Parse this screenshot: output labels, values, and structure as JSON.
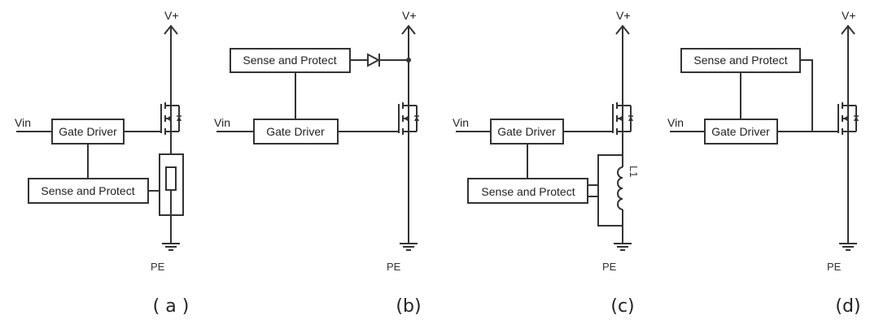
{
  "figure": {
    "panels": [
      {
        "caption": "( a )",
        "supply_label": "V+",
        "input_label": "Vin",
        "ground_label": "PE",
        "gate_driver_label": "Gate Driver",
        "sense_label": "Sense and Protect",
        "sense_element": "resistor"
      },
      {
        "caption": "(b)",
        "supply_label": "V+",
        "input_label": "Vin",
        "ground_label": "PE",
        "gate_driver_label": "Gate Driver",
        "sense_label": "Sense and Protect",
        "sense_element": "diode"
      },
      {
        "caption": "(c)",
        "supply_label": "V+",
        "input_label": "Vin",
        "ground_label": "PE",
        "gate_driver_label": "Gate Driver",
        "sense_label": "Sense and Protect",
        "sense_element": "inductor",
        "inductor_label": "L1"
      },
      {
        "caption": "(d)",
        "supply_label": "V+",
        "input_label": "Vin",
        "ground_label": "PE",
        "gate_driver_label": "Gate Driver",
        "sense_label": "Sense and Protect",
        "sense_element": "gate-node"
      }
    ]
  }
}
